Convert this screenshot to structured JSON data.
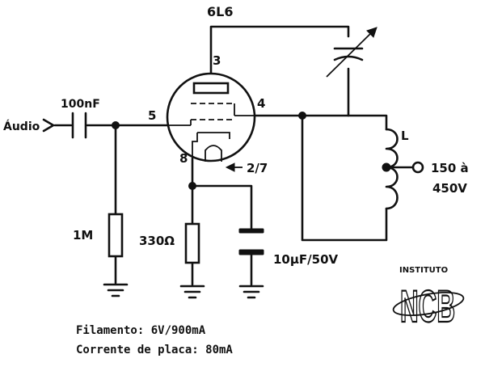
{
  "tube": {
    "name": "6L6",
    "pin_plate": "3",
    "pin_grid": "5",
    "pin_screen": "4",
    "pin_cathode": "8",
    "pin_heater": "2/7"
  },
  "input": {
    "label": "Áudio",
    "capacitor": "100nF"
  },
  "grid_resistor": "1M",
  "cathode_resistor": "330Ω",
  "cathode_capacitor": "10µF/50V",
  "inductor": "L",
  "supply": {
    "line1": "150 à",
    "line2": "450V"
  },
  "notes": {
    "filament": "Filamento: 6V/900mA",
    "plate_current": "Corrente de placa: 80mA"
  },
  "logo": {
    "top": "INSTITUTO",
    "main": "NCB"
  }
}
